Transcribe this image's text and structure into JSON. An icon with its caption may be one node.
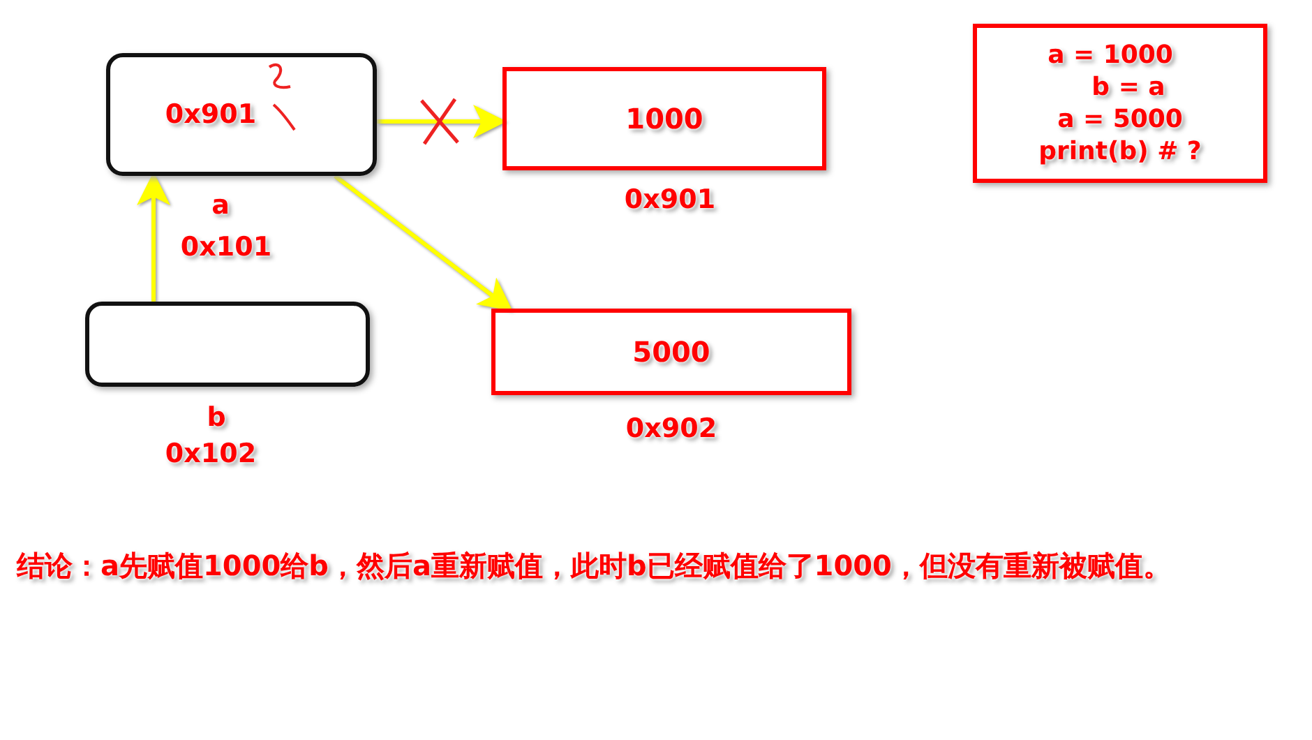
{
  "diagram": {
    "nodes": [
      {
        "text": [
          "0x901"
        ],
        "beside": [
          "a",
          "0x101"
        ]
      },
      {
        "text": [
          "1000"
        ],
        "beside": [
          "0x901"
        ]
      },
      {
        "text": [],
        "shape": "box",
        "beside": [
          "b",
          "0x102"
        ]
      },
      {
        "text": [
          "5000"
        ],
        "beside": [
          "0x902"
        ]
      },
      {
        "text": [
          "a = 1000",
          "b = a",
          "a = 5000",
          "print(b) # ?"
        ]
      }
    ],
    "edges": [
      {
        "from": 0,
        "to": 1,
        "arrow": "to"
      },
      {
        "from": 2,
        "to": 0,
        "arrow": "to"
      },
      {
        "from": 0,
        "to": 3,
        "arrow": "to"
      }
    ],
    "labels": [
      "结论：a先赋值1000给b，然后a重新赋值，此时b已经赋值给了1000，但没有重新被赋值。"
    ]
  }
}
